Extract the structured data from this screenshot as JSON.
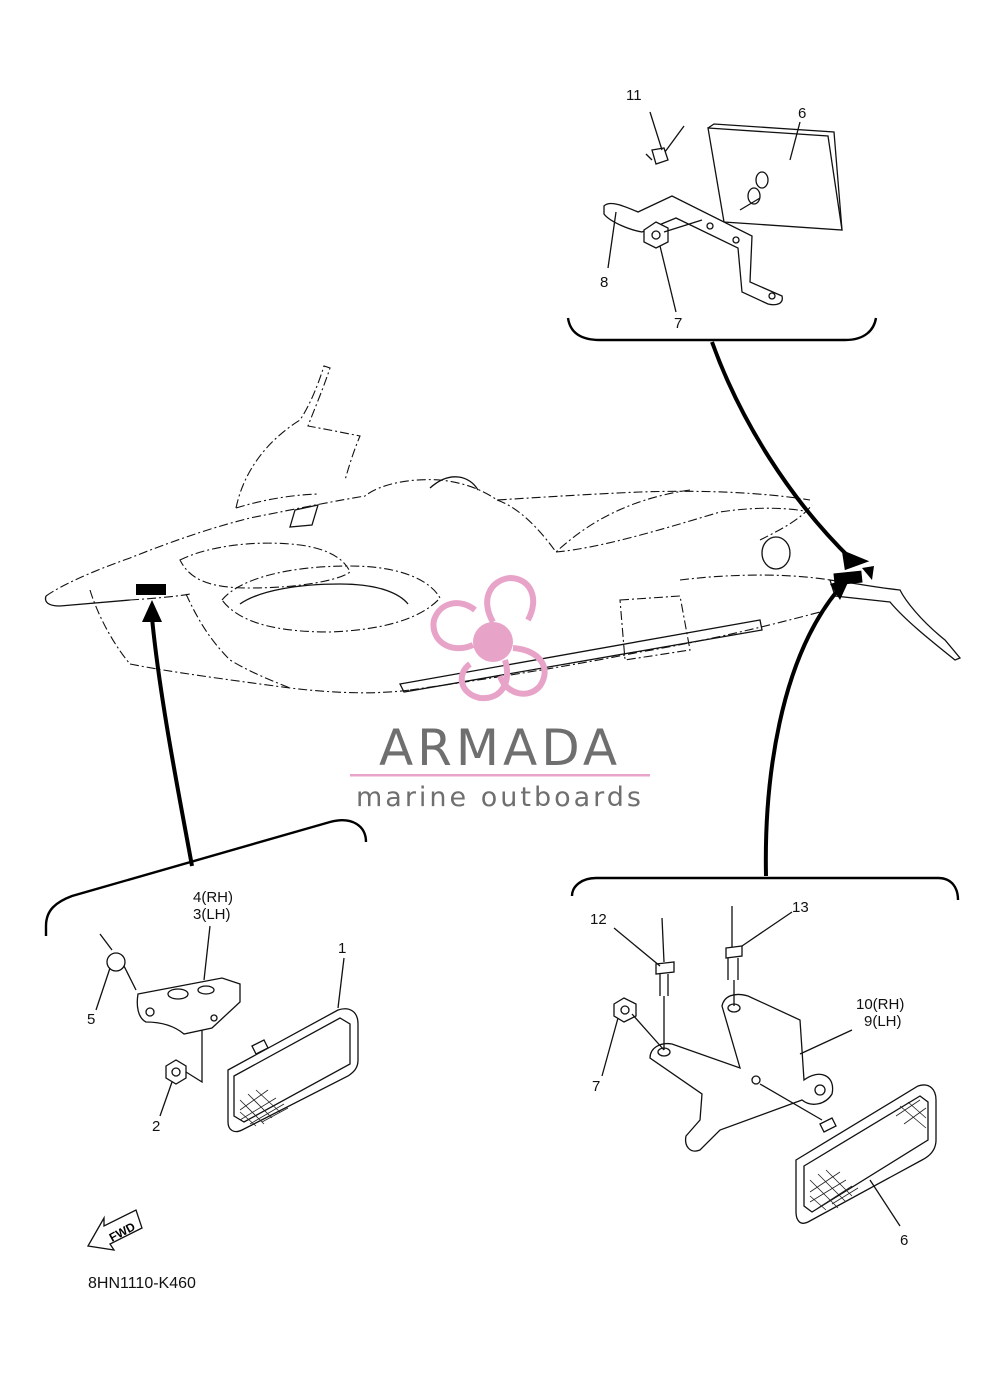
{
  "diagram_code": "8HN1110-K460",
  "forward_marker": "FWD",
  "watermark": {
    "title": "ARMADA",
    "subtitle": "marine outboards",
    "colors": {
      "text": "#6f6f6f",
      "accent": "#e8a3c8"
    }
  },
  "callouts": {
    "top_right": {
      "p11": "11",
      "p6": "6",
      "p8": "8",
      "p7": "7"
    },
    "bottom_left": {
      "p4": "4(RH)",
      "p3": "3(LH)",
      "p1": "1",
      "p5": "5",
      "p2": "2"
    },
    "bottom_right": {
      "p12": "12",
      "p13": "13",
      "p10": "10(RH)",
      "p9": "9(LH)",
      "p7": "7",
      "p6": "6"
    }
  }
}
